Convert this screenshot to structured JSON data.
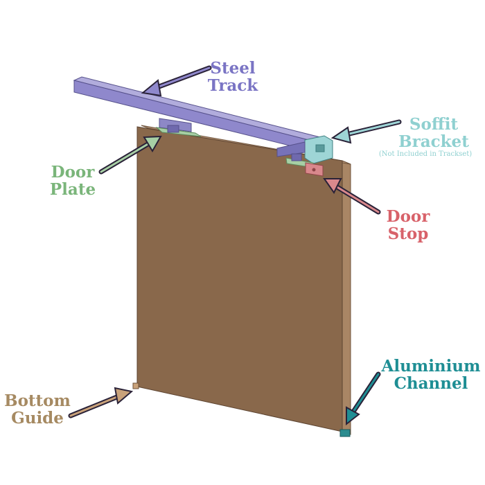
{
  "labels": {
    "steel_track": {
      "line1": "Steel",
      "line2": "Track",
      "color": "#7a74c4"
    },
    "soffit_bracket": {
      "line1": "Soffit",
      "line2": "Bracket",
      "note": "(Not Included in Trackset)",
      "color": "#8fd0d0"
    },
    "door_plate": {
      "line1": "Door",
      "line2": "Plate",
      "color": "#7ab57a"
    },
    "door_stop": {
      "line1": "Door",
      "line2": "Stop",
      "color": "#d8626a"
    },
    "aluminium_channel": {
      "line1": "Aluminium",
      "line2": "Channel",
      "color": "#1e8e94"
    },
    "bottom_guide": {
      "line1": "Bottom",
      "line2": "Guide",
      "color": "#a68a62"
    }
  },
  "colors": {
    "door_face": "#89684b",
    "door_edge": "#a98665",
    "track": "#8f88cc",
    "bracket": "#9ed5d6",
    "plate": "#a7cfa5",
    "stop": "#d9888c",
    "arrow_dark": "#2a2238"
  }
}
